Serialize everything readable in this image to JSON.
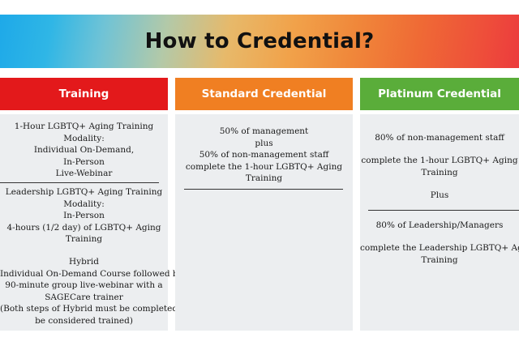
{
  "title": "How to Credential?",
  "columns": {
    "training": {
      "header": "Training",
      "block1": [
        "1-Hour LGBTQ+ Aging Training",
        "Modality:",
        "Individual On-Demand,",
        "In-Person",
        "Live-Webinar"
      ],
      "block2": [
        "Leadership LGBTQ+ Aging Training",
        "Modality:",
        "In-Person",
        "4-hours (1/2 day) of LGBTQ+ Aging",
        "Training"
      ],
      "block3": [
        "Hybrid",
        "Individual On-Demand Course followed by",
        "90-minute group live-webinar with a",
        "SAGECare trainer",
        "(Both steps of Hybrid must be completed to",
        "be considered trained)"
      ]
    },
    "standard": {
      "header": "Standard Credential",
      "lines": [
        "50% of management",
        "plus",
        "50% of non-management staff",
        "complete the 1-hour LGBTQ+ Aging",
        "Training"
      ]
    },
    "platinum": {
      "header": "Platinum Credential",
      "line1": "80% of non-management staff",
      "block2": [
        "complete the 1-hour LGBTQ+ Aging",
        "Training"
      ],
      "plus": "Plus",
      "line4": "80% of Leadership/Managers",
      "block5": [
        "complete the Leadership LGBTQ+ Aging",
        "Training"
      ]
    }
  }
}
